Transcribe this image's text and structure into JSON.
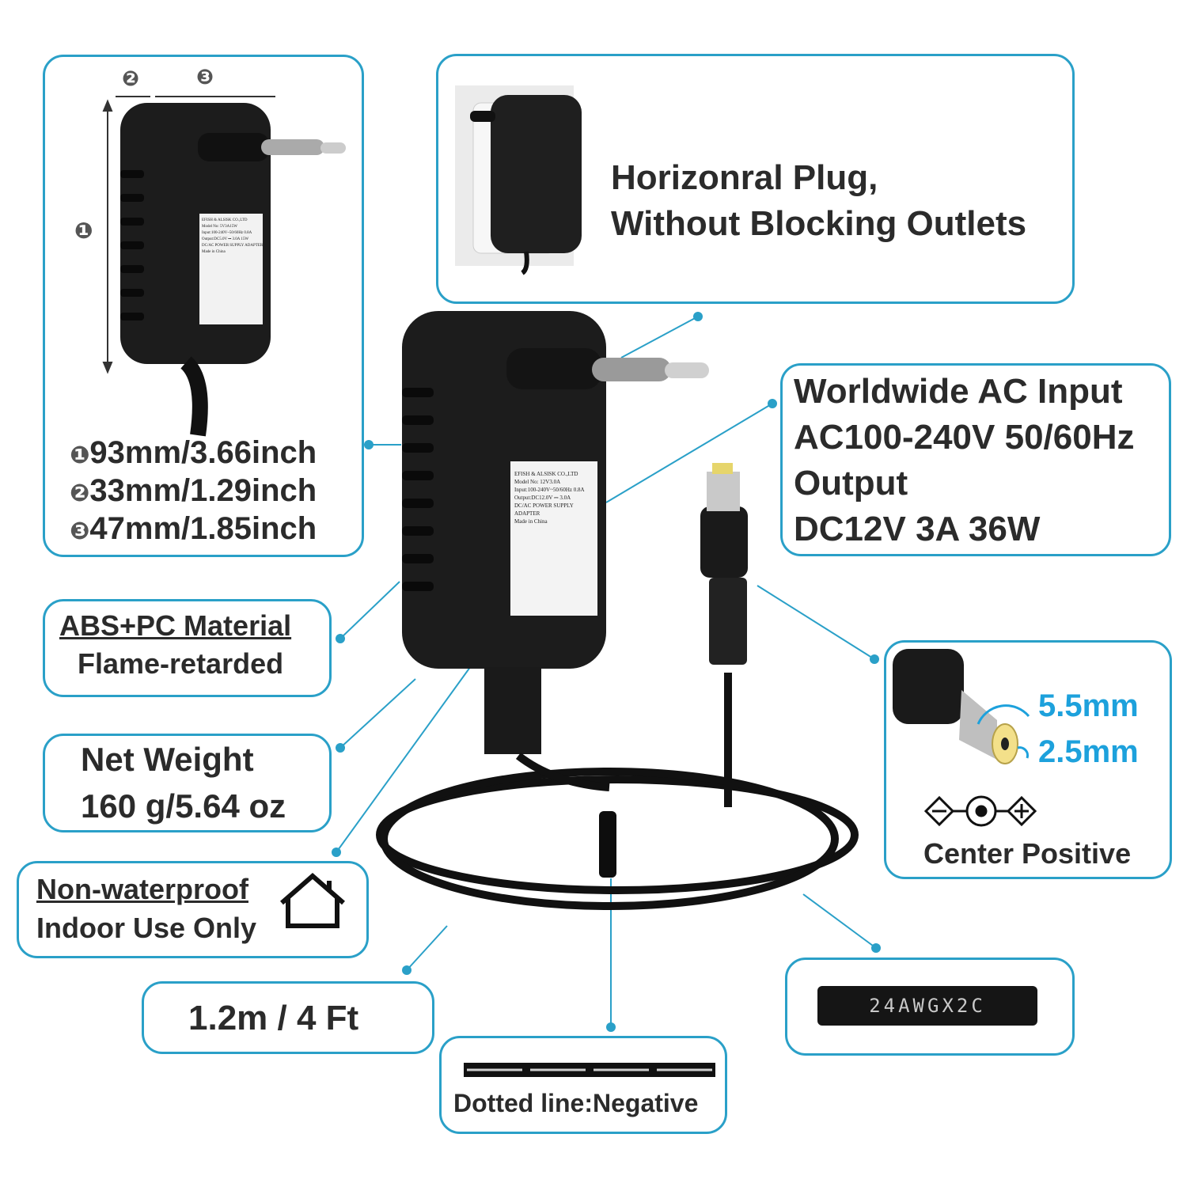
{
  "dimensions": {
    "marker_1": "❶",
    "marker_2": "❷",
    "marker_3": "❸",
    "height": "93mm/3.66inch",
    "depth": "33mm/1.29inch",
    "width": "47mm/1.85inch"
  },
  "plug_box": {
    "line1": "Horizonral Plug,",
    "line2": "Without Blocking Outlets"
  },
  "input_box": {
    "line1": "Worldwide AC Input",
    "line2": "AC100-240V 50/60Hz",
    "line3": "Output",
    "line4": "DC12V 3A 36W"
  },
  "material_box": {
    "line1": "ABS+PC Material",
    "line2": "Flame-retarded"
  },
  "weight_box": {
    "line1": "Net Weight",
    "line2": "160 g/5.64 oz"
  },
  "waterproof_box": {
    "line1": "Non-waterproof",
    "line2": "Indoor Use Only"
  },
  "connector_box": {
    "outer": "5.5mm",
    "inner": "2.5mm",
    "polarity": "Center Positive"
  },
  "length_box": {
    "label": "1.2m / 4 Ft"
  },
  "dotted_box": {
    "label": "Dotted line:Negative"
  },
  "wire_box": {
    "label": "24AWGX2C"
  },
  "adapter_label": {
    "brand": "EFISH & ALSISK CO.,LTD",
    "model": "Model No: 12V3.0A",
    "input": "Input:100-240V~50/60Hz 0.8A",
    "output": "Output:DC12.0V ⎓ 3.0A",
    "type": "DC/AC POWER SUPPLY ADAPTER",
    "made": "Made in China"
  },
  "small_adapter_label": {
    "brand": "EFISH & ALSISK CO.,LTD",
    "model": "Model No: 5V3A15W",
    "input": "Input:100-240V~50/60Hz 0.8A",
    "output": "Output:DC5.0V ⎓ 3.0A 15W",
    "type": "DC/AC POWER SUPPLY ADAPTER",
    "made": "Made in China"
  },
  "colors": {
    "accent": "#2aa0c8",
    "text": "#2b2b2b",
    "dimension_blue": "#1da1dc",
    "tip_yellow": "#f3e08a"
  }
}
